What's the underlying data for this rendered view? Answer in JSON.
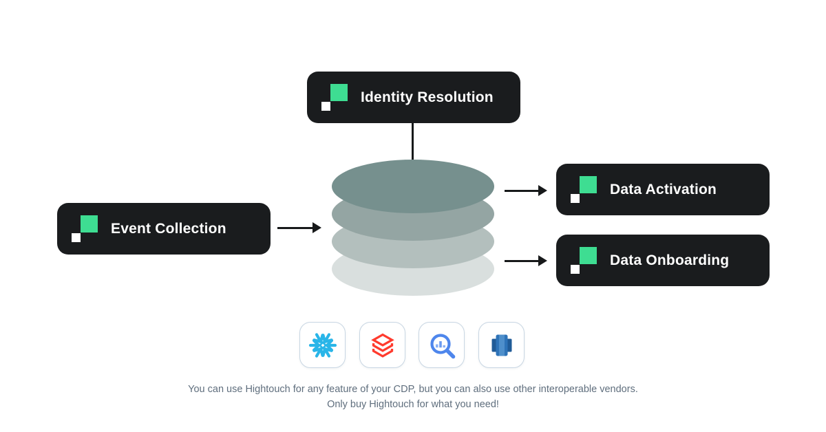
{
  "diagram": {
    "badges": {
      "identity_resolution": "Identity Resolution",
      "event_collection": "Event Collection",
      "data_activation": "Data Activation",
      "data_onboarding": "Data Onboarding"
    },
    "warehouse": {
      "layer_colors": [
        "#76908e",
        "#94a5a3",
        "#b3bfbd",
        "#d9dfde"
      ]
    },
    "vendor_icons": [
      "snowflake-icon",
      "databricks-icon",
      "bigquery-icon",
      "redshift-icon"
    ],
    "caption": {
      "line1": "You can use Hightouch for any feature of your CDP, but you can also use other interoperable vendors.",
      "line2": "Only buy Hightouch for what you need!"
    },
    "colors": {
      "badge_background": "#1a1c1e",
      "badge_text": "#ffffff",
      "hightouch_green": "#3edd92",
      "logo_white": "#ffffff",
      "connector_black": "#17191a",
      "caption_text": "#5f6e7d",
      "card_border": "#c8d6e3",
      "snowflake_blue": "#29b5e8",
      "databricks_red": "#ff3b2e",
      "bigquery_blue": "#4e86ec",
      "bigquery_light_blue": "#8cb1f5",
      "redshift_dark_blue": "#205b97",
      "redshift_blue": "#2e73b8",
      "redshift_light_blue": "#4e8fcb"
    }
  }
}
